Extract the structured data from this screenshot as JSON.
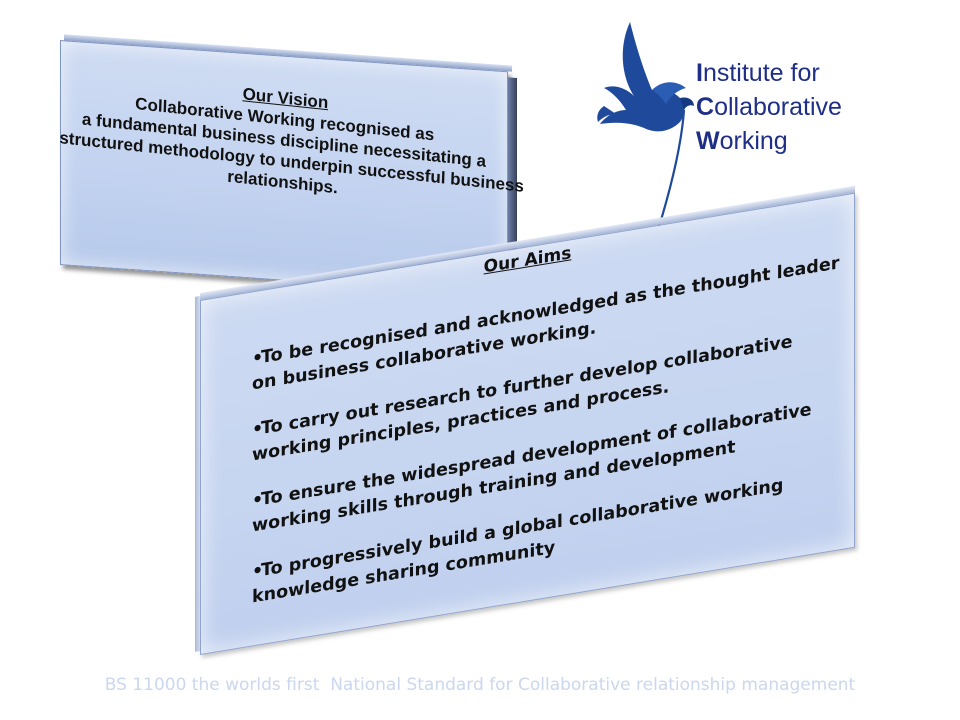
{
  "vision": {
    "title": "Our Vision",
    "lines": [
      "Collaborative Working recognised as",
      "a fundamental business discipline necessitating a",
      "structured methodology to underpin successful business",
      "relationships."
    ]
  },
  "aims": {
    "title": "Our Aims",
    "bullet": "•",
    "items": [
      "To be recognised and acknowledged as the thought leader on business collaborative working.",
      "To carry out research to further develop collaborative working principles, practices and process.",
      "To ensure the widespread development of collaborative working skills through  training and development",
      "To progressively build a global collaborative working knowledge sharing community"
    ]
  },
  "logo": {
    "icon": "dove-icon",
    "line1_initial": "I",
    "line1_rest": "nstitute for",
    "line2_initial": "C",
    "line2_rest": "ollaborative",
    "line3_initial": "W",
    "line3_rest": "orking",
    "color": "#1f2f86"
  },
  "footer": {
    "text": "BS 11000 the worlds first  National Standard for Collaborative relationship management"
  }
}
